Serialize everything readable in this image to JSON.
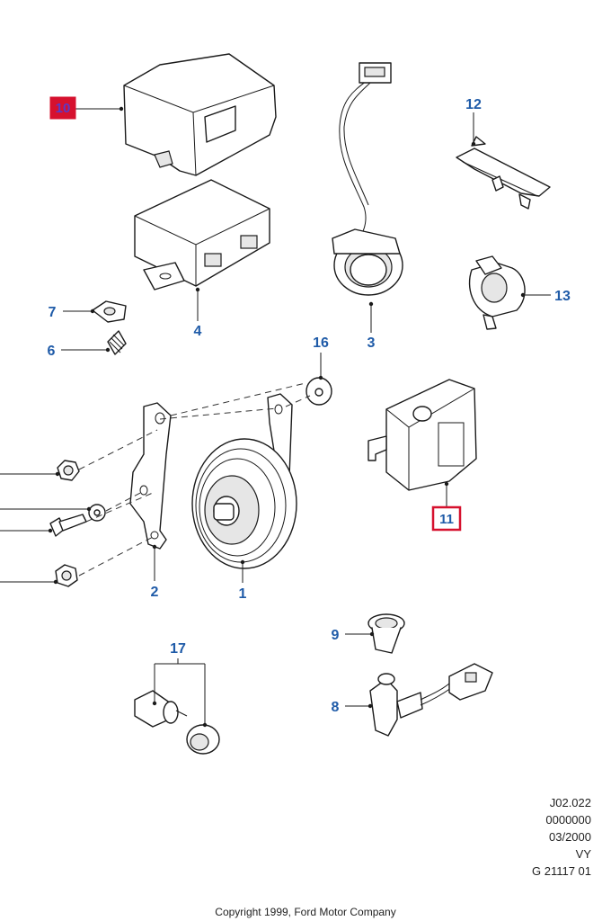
{
  "callouts": {
    "c1": "1",
    "c2": "2",
    "c3": "3",
    "c4": "4",
    "c6": "6",
    "c7": "7",
    "c8": "8",
    "c9": "9",
    "c10": "10",
    "c11": "11",
    "c12": "12",
    "c13": "13",
    "c16": "16",
    "c17": "17"
  },
  "highlight": {
    "box_fill": "#d6112e",
    "box_stroke": "#d6112e",
    "text_10_color": "#5b39c6",
    "text_11_color": "#1f5ba8"
  },
  "callout_color": "#1f5ba8",
  "info_block": [
    "J02.022",
    "0000000",
    "03/2000",
    "VY",
    "G 21117 01"
  ],
  "copyright": "Copyright 1999, Ford Motor Company"
}
